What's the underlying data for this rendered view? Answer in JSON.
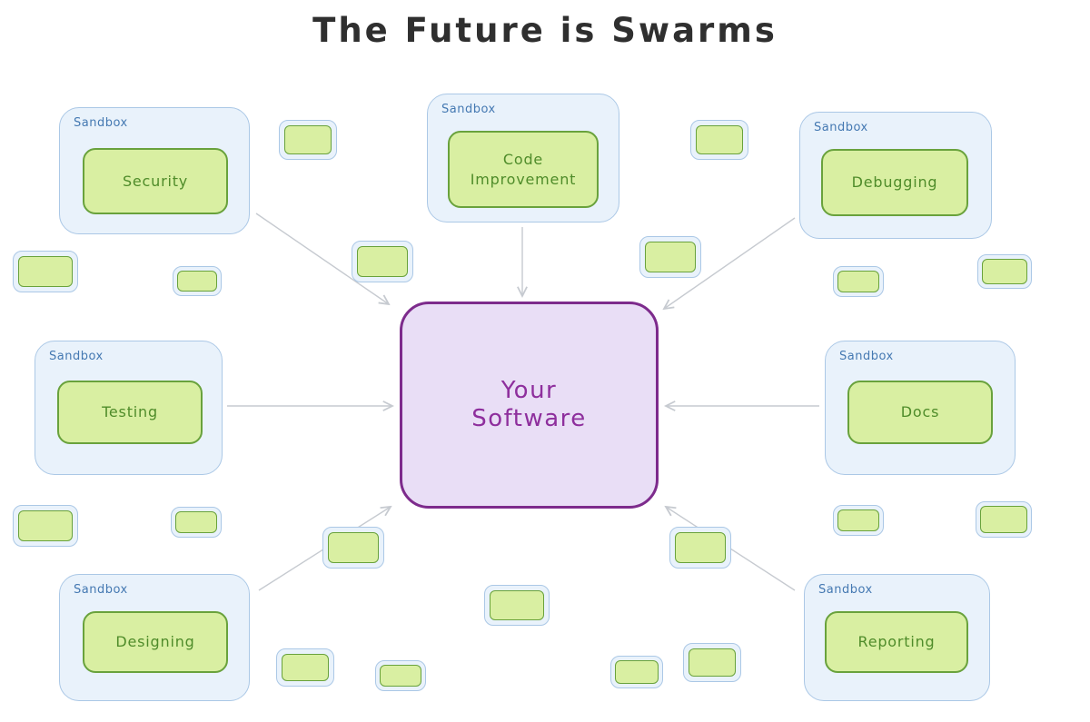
{
  "title": "The Future is Swarms",
  "sandbox_label": "Sandbox",
  "center": {
    "line1": "Your",
    "line2": "Software"
  },
  "sandboxes": [
    {
      "name": "security",
      "label": "Security"
    },
    {
      "name": "code-improvement",
      "label": "Code\nImprovement"
    },
    {
      "name": "debugging",
      "label": "Debugging"
    },
    {
      "name": "testing",
      "label": "Testing"
    },
    {
      "name": "docs",
      "label": "Docs"
    },
    {
      "name": "designing",
      "label": "Designing"
    },
    {
      "name": "reporting",
      "label": "Reporting"
    }
  ],
  "colors": {
    "background": "#ffffff",
    "title-text": "#2f2f2f",
    "green-fill": "#d9efa2",
    "green-border": "#69a23c",
    "green-text": "#4f8c2a",
    "blue-fill": "#e9f2fb",
    "blue-border": "#abc8e6",
    "blue-text": "#4579b2",
    "purple-fill": "#e9def6",
    "purple-border": "#7d2b8c",
    "purple-text": "#8e2f9d",
    "arrow": "#c6cad0"
  }
}
